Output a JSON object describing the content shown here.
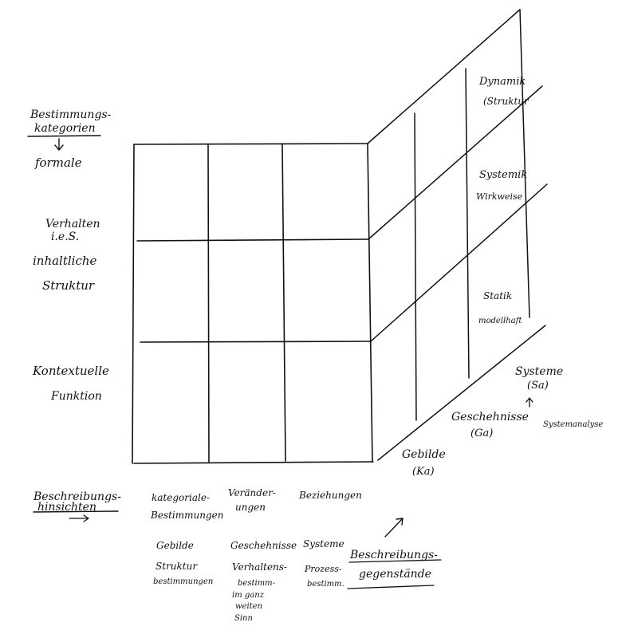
{
  "left_labels": {
    "header_line1": "Bestimmungs-",
    "header_line2": "kategorien",
    "formal": "formale",
    "verhalten_line1": "Verhalten",
    "verhalten_line2": "i.e.S.",
    "inhaltliche": "inhaltliche",
    "struktur": "Struktur",
    "kontextuelle": "Kontextuelle",
    "funktion": "Funktion"
  },
  "side_face_labels": {
    "dynamik_line1": "Dynamik",
    "dynamik_line2": "(Struktur",
    "systemik_line1": "Systemik",
    "systemik_line2": "Wirkweise",
    "statik_line1": "Statik",
    "statik_line2": "modellhaft"
  },
  "depth_labels": {
    "systeme_line1": "Systeme",
    "systeme_line2": "(Sa)",
    "geschehnisse_line1": "Geschehnisse",
    "geschehnisse_line2": "(Ga)",
    "gebilde_line1": "Gebilde",
    "gebilde_line2": "(Ka)",
    "systemanalyse": "Systemanalyse"
  },
  "bottom_labels": {
    "header_line1": "Beschreibungs-",
    "header_line2": "hinsichten",
    "col1_line1": "kategoriale-",
    "col1_line2": "Bestimmungen",
    "col2_line1": "Veränder-",
    "col2_line2": "ungen",
    "col3": "Beziehungen",
    "row_gebilde": "Gebilde",
    "row_geschehnisse": "Geschehnisse",
    "row_systeme": "Systeme",
    "struktur_line1": "Struktur",
    "struktur_line2": "bestimmungen",
    "verhalten_line1": "Verhaltens-",
    "verhalten_line2": "bestimm-",
    "verhalten_line3": "im ganz",
    "verhalten_line4": "weiten",
    "verhalten_line5": "Sinn",
    "prozess_line1": "Prozess-",
    "prozess_line2": "bestimm.",
    "gegenstaende_line1": "Beschreibungs-",
    "gegenstaende_line2": "gegenstände"
  }
}
